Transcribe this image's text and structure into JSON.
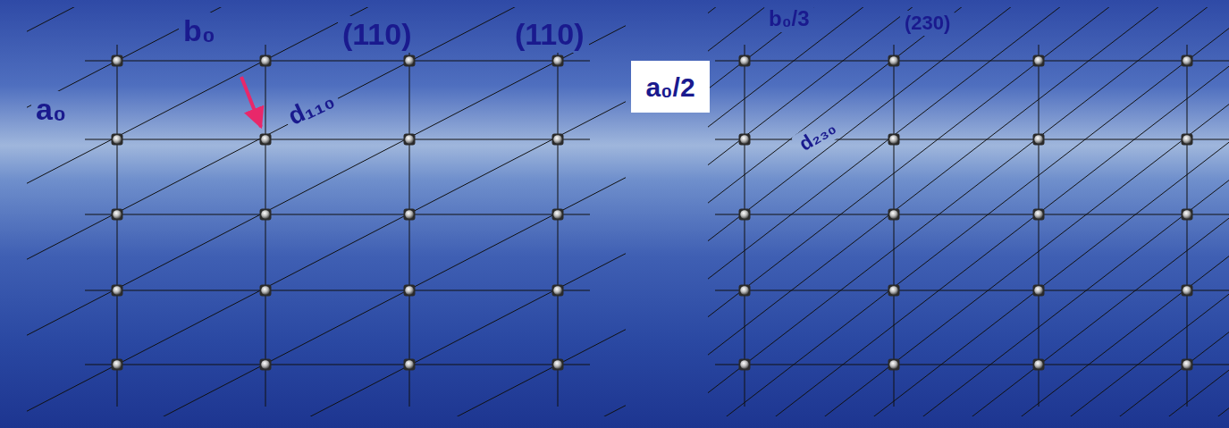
{
  "diagram": {
    "nodes": [
      {
        "text": [
          "a₀/2"
        ]
      }
    ],
    "labels": [
      "b₀",
      "(110)",
      "(110)",
      "a₀",
      "d₁₁₀",
      "b₀/3",
      "(230)",
      "d₂₃₀"
    ]
  }
}
